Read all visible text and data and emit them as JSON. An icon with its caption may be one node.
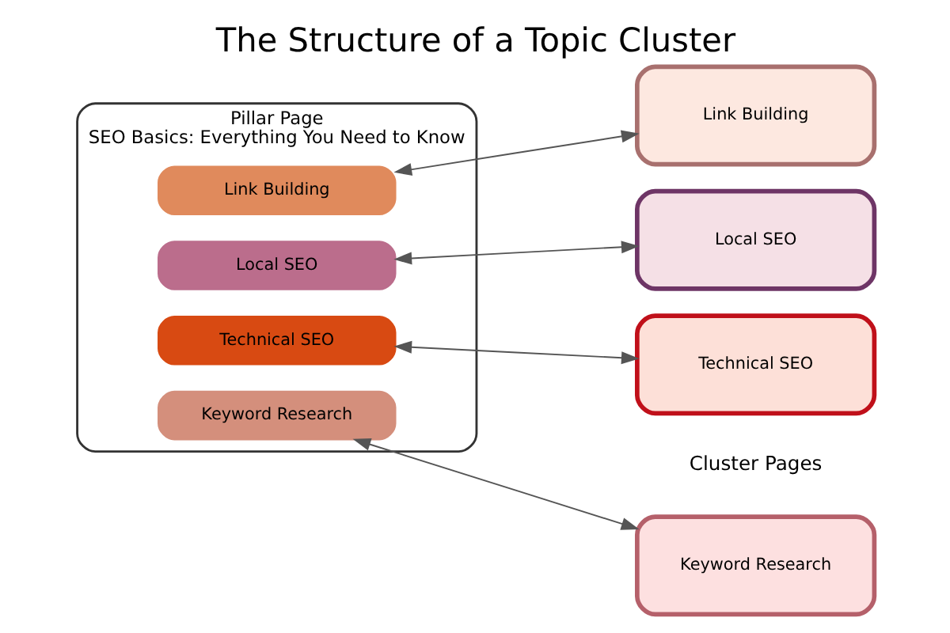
{
  "diagram": {
    "title": "The Structure of a Topic Cluster",
    "nodes": [
      {
        "text": [
          "Pillar Page",
          "SEO Basics: Everything You Need to Know"
        ]
      },
      {
        "text": [
          "Keyword Research"
        ],
        "in": 0
      },
      {
        "text": [
          "Link Building"
        ],
        "in": 0
      },
      {
        "text": [
          "Local SEO"
        ],
        "in": 0
      },
      {
        "text": [
          "Technical SEO"
        ],
        "in": 0
      },
      {
        "text": [
          "Keyword Research"
        ]
      },
      {
        "text": [
          "Link Building"
        ]
      },
      {
        "text": [
          "Local SEO"
        ]
      },
      {
        "text": [
          "Technical SEO"
        ]
      }
    ],
    "edges": [
      {
        "from": 1,
        "to": 5,
        "arrow": "both"
      },
      {
        "from": 2,
        "to": 6,
        "arrow": "both"
      },
      {
        "from": 3,
        "to": 7,
        "arrow": "both"
      },
      {
        "from": 4,
        "to": 8,
        "arrow": "both"
      }
    ],
    "labels": [
      "Cluster Pages"
    ]
  }
}
